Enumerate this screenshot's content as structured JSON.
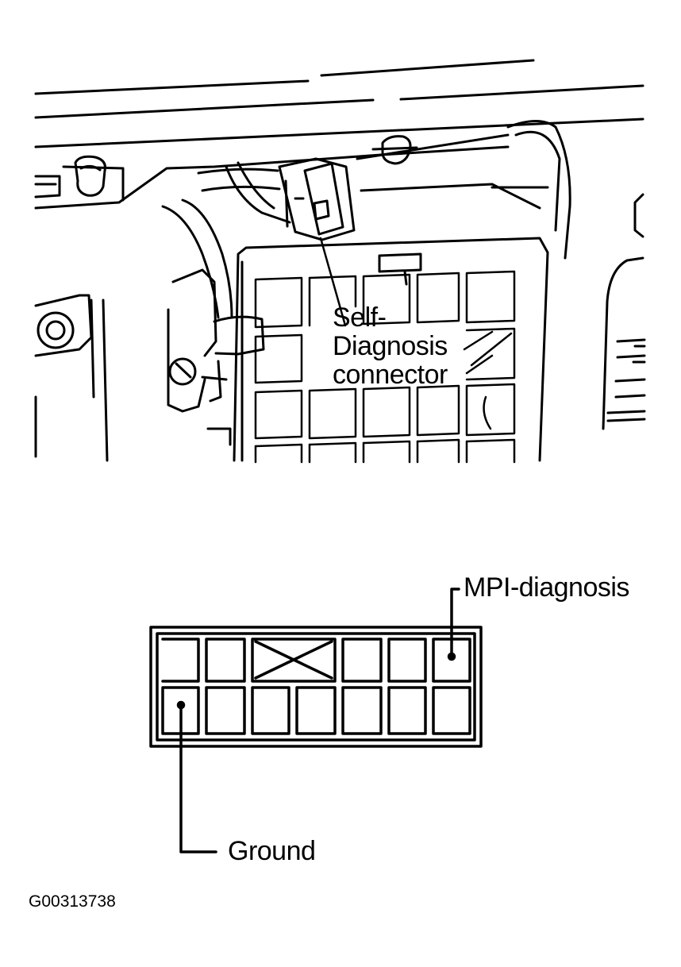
{
  "colors": {
    "ink": "#000000",
    "paper": "#ffffff"
  },
  "labels": {
    "self_diagnosis_line1": "Self-",
    "self_diagnosis_line2": "Diagnosis",
    "self_diagnosis_line3": "connector",
    "mpi_diagnosis": "MPI-diagnosis",
    "ground": "Ground"
  },
  "figure_id": "G00313738",
  "connector": {
    "rows": 2,
    "columns": 7,
    "pin_labels": [
      {
        "label": "MPI-diagnosis",
        "row": 1,
        "column": 7
      },
      {
        "label": "Ground",
        "row": 2,
        "column": 1
      }
    ],
    "blank_cell": {
      "row": 1,
      "column": 3
    }
  }
}
